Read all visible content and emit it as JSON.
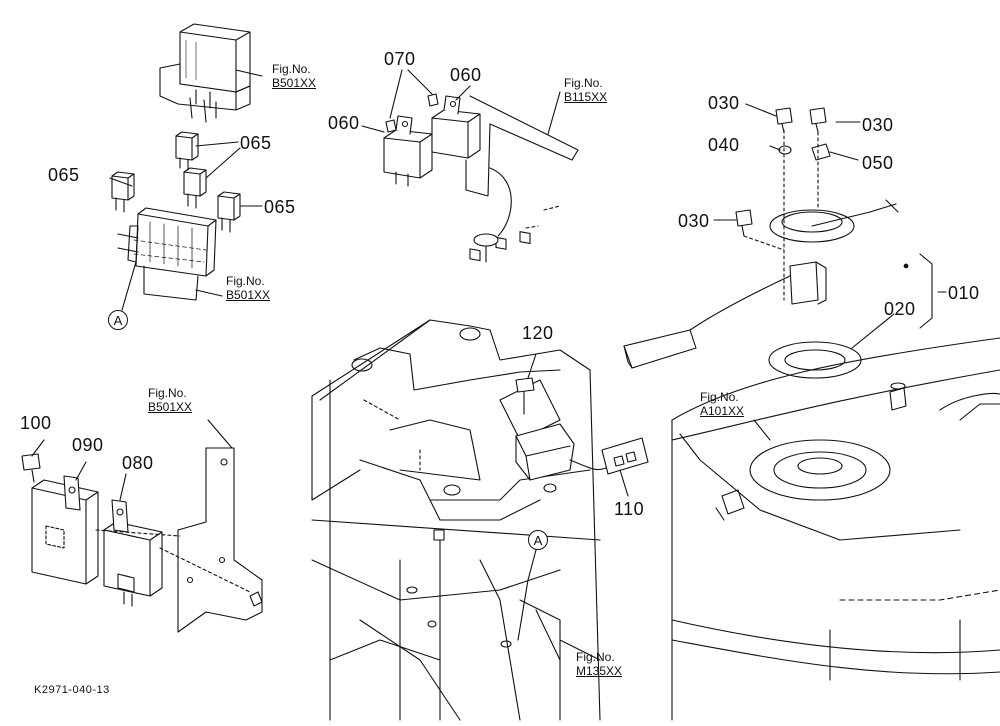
{
  "labels": {
    "l070": "070",
    "l060a": "060",
    "l060b": "060",
    "l065a": "065",
    "l065b": "065",
    "l065c": "065",
    "l030a": "030",
    "l030b": "030",
    "l030c": "030",
    "l040": "040",
    "l050": "050",
    "l010": "010",
    "l020": "020",
    "l120": "120",
    "l110": "110",
    "l100": "100",
    "l090": "090",
    "l080": "080"
  },
  "fig_refs": {
    "f1": {
      "prefix": "Fig.No.",
      "code": "B501XX"
    },
    "f2": {
      "prefix": "Fig.No.",
      "code": "B501XX"
    },
    "f3": {
      "prefix": "Fig.No.",
      "code": "B115XX"
    },
    "f4": {
      "prefix": "Fig.No.",
      "code": "B501XX"
    },
    "f5": {
      "prefix": "Fig.No.",
      "code": "A101XX"
    },
    "f6": {
      "prefix": "Fig.No.",
      "code": "M135XX"
    }
  },
  "callout_markers": {
    "a1": "A",
    "a2": "A"
  },
  "drawing_code": "K2971-040-13"
}
